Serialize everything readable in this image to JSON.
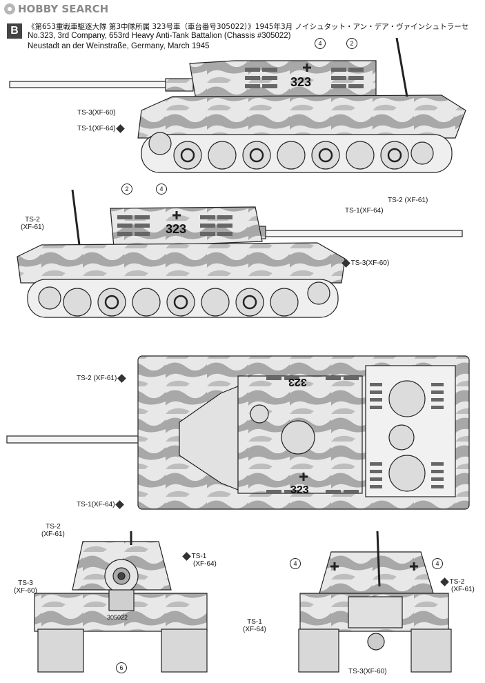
{
  "watermark": "HOBBY SEARCH",
  "badge": "B",
  "header": {
    "jp": "《第653重戦車駆逐大隊 第3中隊所属 323号車（車台番号305022）》1945年3月  ノイシュタット・アン・デア・ヴァインシュトラーセ",
    "en1": "No.323, 3rd Company, 653rd Heavy Anti-Tank Battalion (Chassis #305022)",
    "en2": "Neustadt an der Weinstraße, Germany, March 1945"
  },
  "markings": {
    "turret_number": "323",
    "chassis_plate": "305022"
  },
  "labels": {
    "ts3_xf60": "TS-3(XF-60)",
    "ts1_xf64": "TS-1(XF-64)",
    "ts2_xf61": "TS-2 (XF-61)",
    "ts1_xf64b": "TS-1(XF-64)",
    "ts3_xf60b": "TS-3(XF-60)",
    "ts2_line1": "TS-2",
    "ts2_line2": "(XF-61)",
    "ts1_line1": "TS-1",
    "ts1_line2": "(XF-64)",
    "ts3_line1": "TS-3",
    "ts3_line2": "(XF-60)",
    "ts2_xf61_top": "TS-2 (XF-61)",
    "ts1_xf64_top": "TS-1(XF-64)"
  },
  "callouts": [
    "4",
    "2",
    "2",
    "4",
    "4",
    "4",
    "6"
  ],
  "colors": {
    "ink": "#222222",
    "camo_dark": "#9a9a9a",
    "camo_light": "#e6e6e6"
  }
}
